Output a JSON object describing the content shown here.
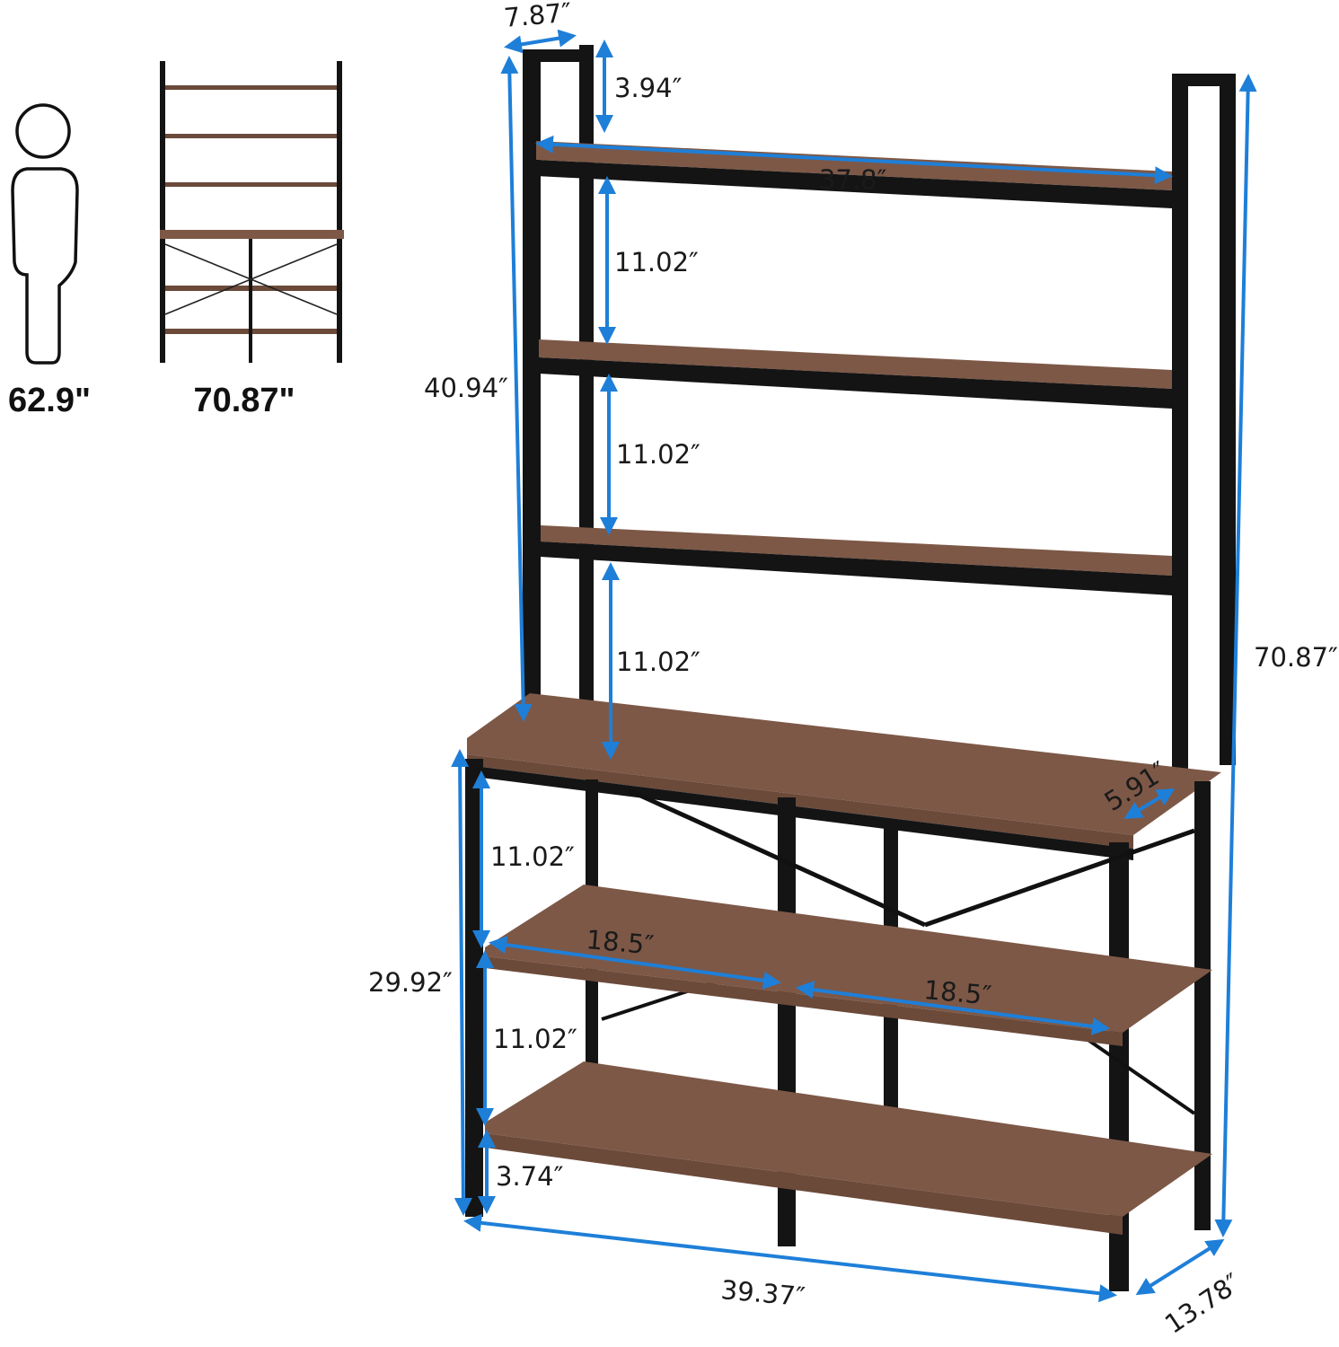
{
  "comparison": {
    "person_height": "62.9\"",
    "shelf_height": "70.87\""
  },
  "dimensions": {
    "top_depth": "7.87″",
    "top_gap": "3.94″",
    "top_width": "37.8″",
    "upper_gap_1": "11.02″",
    "upper_gap_2": "11.02″",
    "upper_gap_3": "11.02″",
    "upper_height": "40.94″",
    "total_height": "70.87″",
    "side_depth": "5.91″",
    "lower_gap_1": "11.02″",
    "lower_gap_2": "11.02″",
    "lower_height": "29.92″",
    "bottom_clearance": "3.74″",
    "shelf_width_left": "18.5″",
    "shelf_width_right": "18.5″",
    "total_width": "39.37″",
    "total_depth": "13.78″"
  },
  "colors": {
    "accent": "#1e7fd8",
    "wood": "#6b4a3a",
    "metal": "#141414"
  }
}
